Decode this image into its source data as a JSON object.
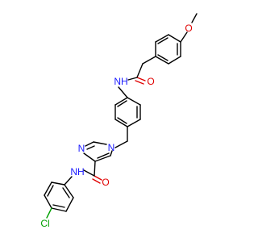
{
  "molecule": {
    "atom_labels": {
      "o_methoxy": "O",
      "nh_top": "NH",
      "o_amide_top": "O",
      "n_imidazole_1": "N",
      "n_imidazole_3": "N",
      "o_amide_bottom": "O",
      "nh_bottom": "NH",
      "cl": "Cl"
    },
    "colors": {
      "carbon_bond": "#000000",
      "nitrogen": "#1a1aff",
      "oxygen": "#e00000",
      "chlorine": "#00a000",
      "background": "#ffffff"
    }
  }
}
